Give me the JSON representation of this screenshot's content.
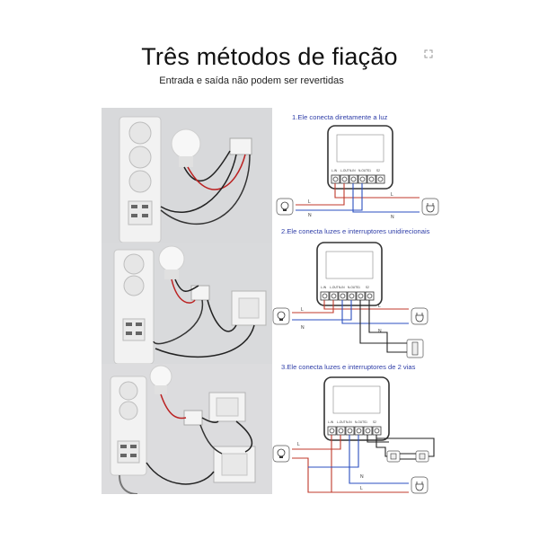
{
  "header": {
    "title": "Três métodos de fiação",
    "subtitle": "Entrada e saída não podem ser revertidas"
  },
  "steps": [
    {
      "label": "1.Ele conecta diretamente a luz"
    },
    {
      "label": "2.Ele conecta luzes e interruptores unidirecionais"
    },
    {
      "label": "3.Ele conecta luzes e interruptores de 2 vias"
    }
  ],
  "terminal_labels": [
    "L-IN",
    "L-OUT",
    "N-IN",
    "N-OUT",
    "S1",
    "S2"
  ],
  "wire_labels": {
    "line": "L",
    "neutral": "N"
  },
  "icons": {
    "expand": "expand-icon",
    "bulb": "bulb-icon",
    "plug": "plug-icon",
    "wall_switch": "wall-switch-icon"
  },
  "colors": {
    "line_wire": "#c0392b",
    "neutral_wire": "#2b4fc0",
    "switch_wire": "#222222",
    "label_blue": "#2f3ea8"
  }
}
